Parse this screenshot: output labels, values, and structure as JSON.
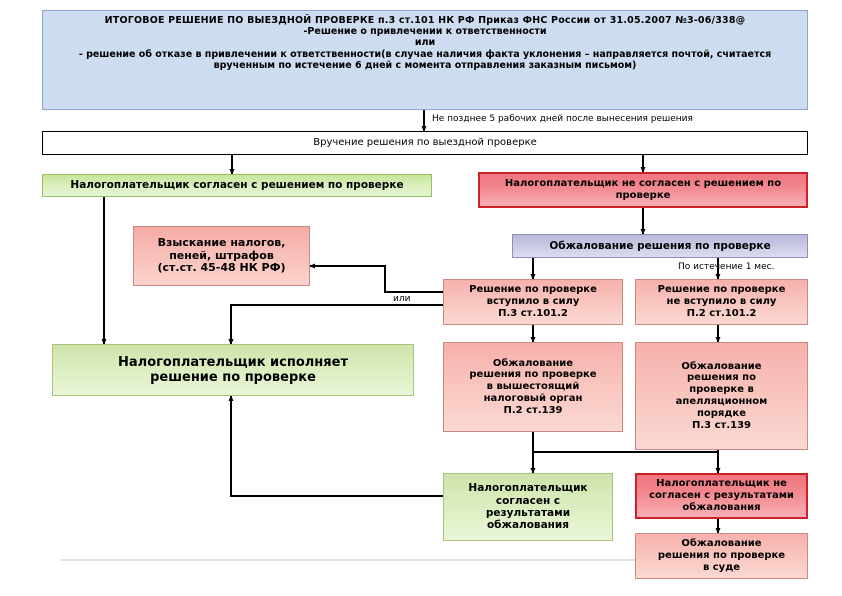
{
  "diagram": {
    "title": "ИТОГОВОЕ РЕШЕНИЕ ПО ВЫЕЗДНОЙ ПРОВЕРКЕ",
    "header": {
      "line1": "ИТОГОВОЕ  РЕШЕНИЕ  ПО  ВЫЕЗДНОЙ  ПРОВЕРКЕ п.3 ст.101 НК РФ Приказ ФНС России от 31.05.2007 №3-06/338@",
      "line2": "-Решение о привлечении к ответственности",
      "line3": "или",
      "line4": "- решение об отказе в привлечении к ответственности(в случае наличия факта уклонения – направляется почтой, считается врученным по истечение 6 дней с момента отправления заказным письмом)"
    },
    "labels": {
      "deadline_5days": "Не позднее 5 рабочих дней после вынесения решения",
      "after_1month": "По истечение 1 мес.",
      "or_connector": "или"
    },
    "nodes": {
      "delivery": "Вручение решения по выездной проверке",
      "agrees": "Налогоплательщик согласен с решением по проверке",
      "disagrees": "Налогоплательщик не согласен с решением по проверке",
      "collection": "Взыскание налогов,\nпеней, штрафов\n(ст.ст. 45-48 НК РФ)",
      "appeal_decision": "Обжалование решения по проверке",
      "executes": "Налогоплательщик исполняет\nрешение по проверке",
      "in_force": "Решение по проверке\nвступило в силу\nП.3 ст.101.2",
      "not_in_force": "Решение по проверке\nне вступило в силу\nП.2 ст.101.2",
      "appeal_higher": "Обжалование\nрешения по проверке\nв вышестоящий\nналоговый орган\nП.2 ст.139",
      "appeal_appellate": "Обжалование\nрешения по\nпроверке в\nапелляционном\nпорядке\nП.3 ст.139",
      "agrees_results": "Налогоплательщик\nсогласен с\nрезультатами\nобжалования",
      "disagrees_results": "Налогоплательщик не\nсогласен с результатами\nобжалования",
      "appeal_court": "Обжалование\nрешения по проверке\nв суде"
    },
    "colors": {
      "header_bg": "#cddcf0",
      "green": "#cfe7a4",
      "red": "#f2868e",
      "pink": "#f9c3bd",
      "purple": "#c8c8e4",
      "line": "#000000"
    }
  }
}
